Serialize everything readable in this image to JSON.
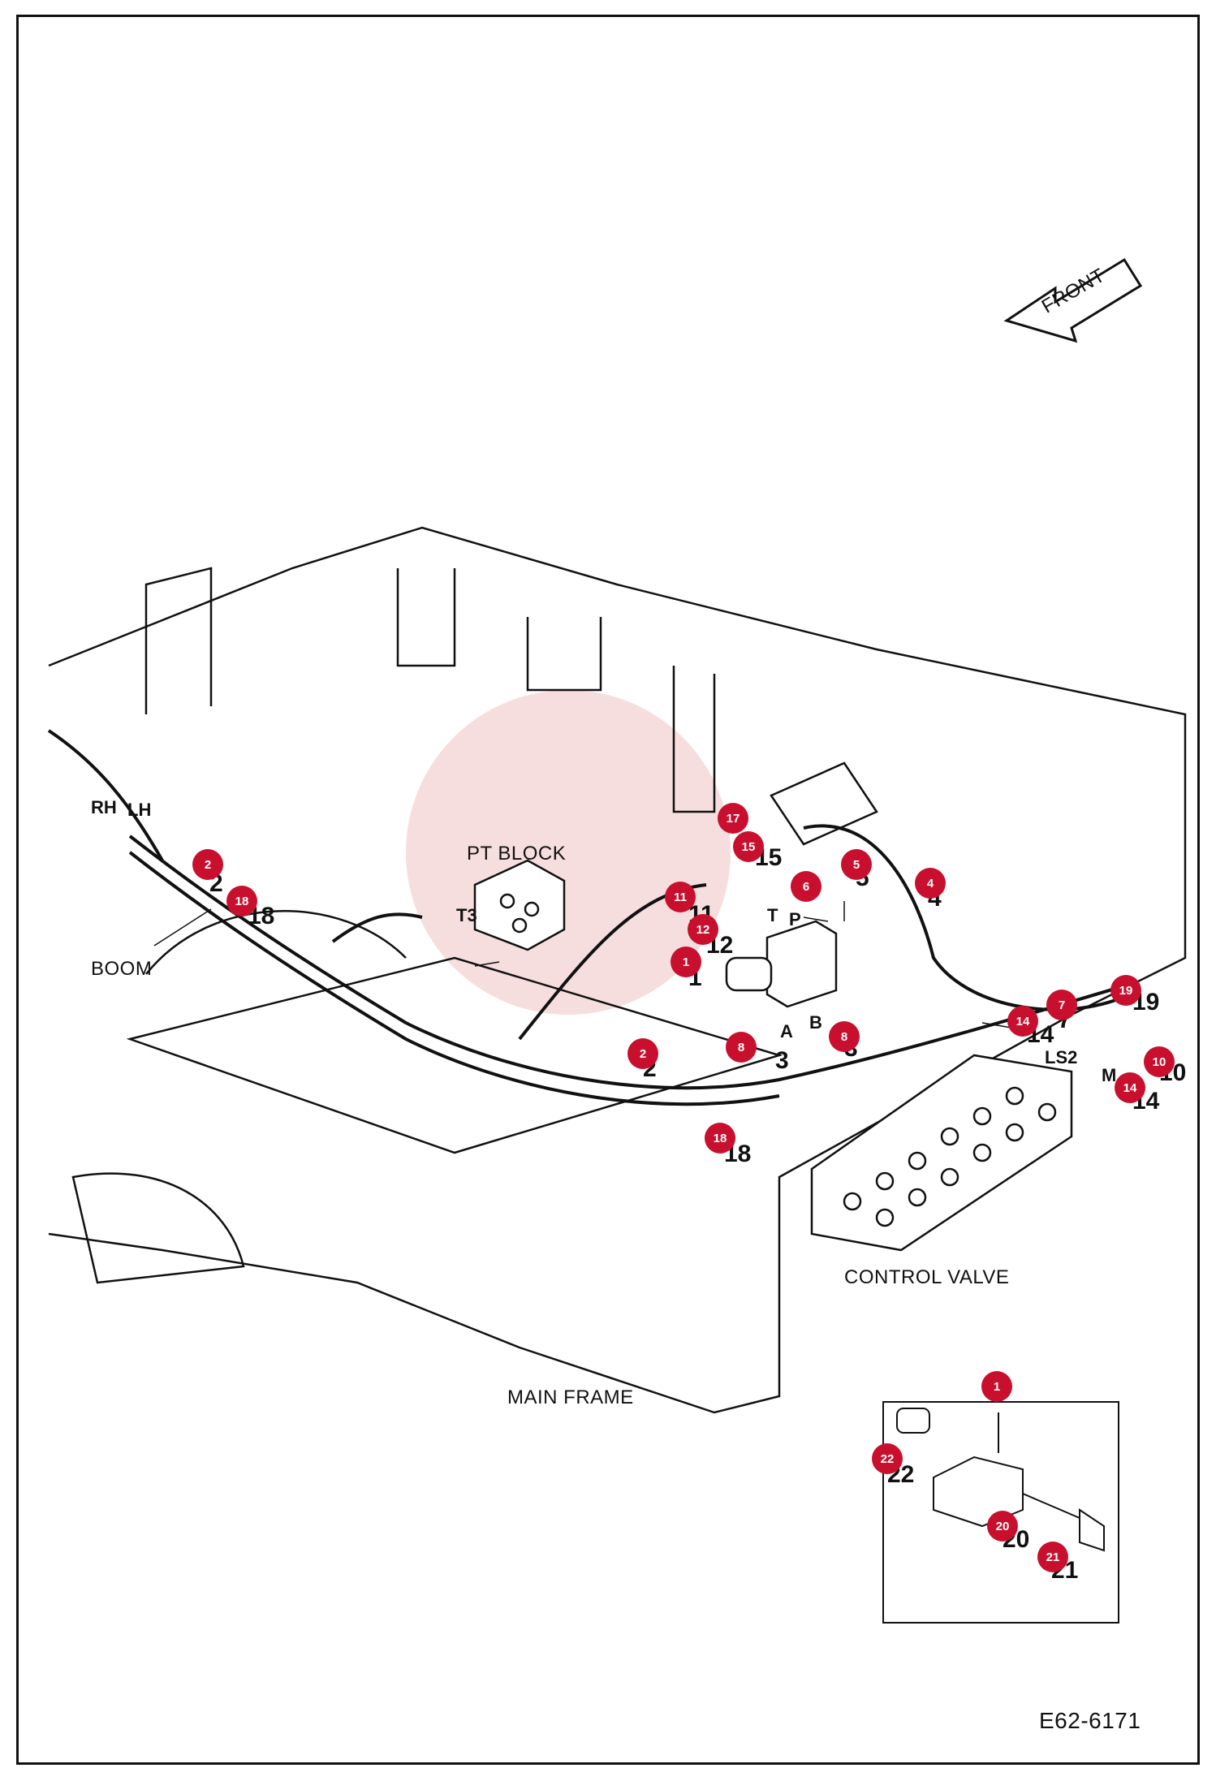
{
  "drawing": {
    "code": "E62-6171",
    "front_label": "FRONT",
    "labels": {
      "pt_block": "PT BLOCK",
      "boom": "BOOM",
      "control_valve": "CONTROL VALVE",
      "main_frame": "MAIN FRAME"
    },
    "ports": [
      "RH",
      "LH",
      "T3",
      "T",
      "P",
      "A",
      "B",
      "LS2",
      "M"
    ],
    "callouts": [
      "2",
      "18",
      "17",
      "15",
      "11",
      "12",
      "1",
      "6",
      "5",
      "4",
      "8",
      "8",
      "2",
      "18",
      "14",
      "7",
      "19",
      "14",
      "10",
      "1",
      "22",
      "20",
      "21"
    ],
    "part_numbers": [
      "2",
      "18",
      "15",
      "11",
      "12",
      "1",
      "5",
      "4",
      "3",
      "3",
      "2",
      "18",
      "14",
      "7",
      "19",
      "14",
      "10",
      "1",
      "22",
      "20",
      "21"
    ]
  },
  "colors": {
    "callout": "#c8102e",
    "line": "#111111",
    "watermark": "#e8a0a0"
  }
}
